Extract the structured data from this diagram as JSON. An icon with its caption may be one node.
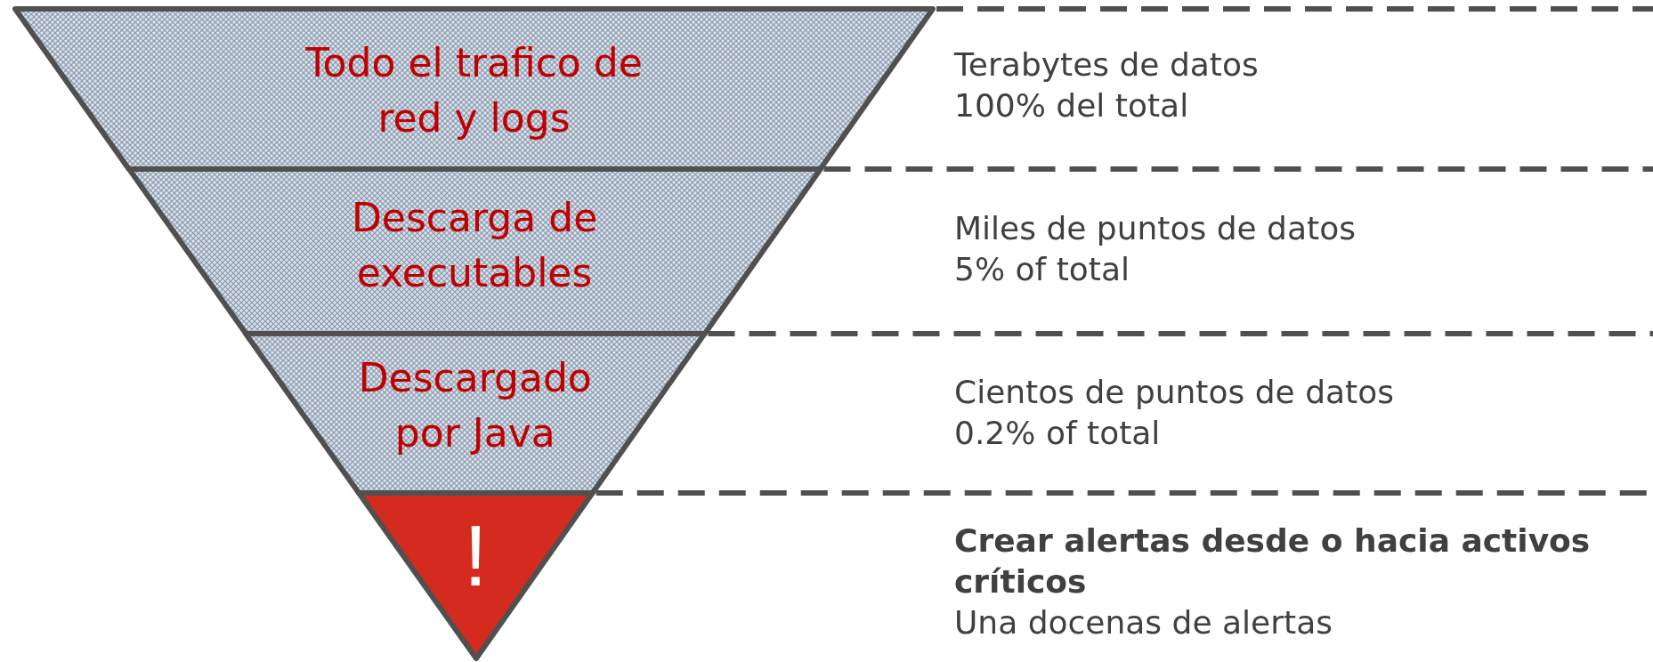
{
  "diagram": {
    "nodes": [
      {
        "text": [
          "Todo el trafico de red y logs"
        ],
        "beside": [
          "Terabytes de datos",
          "100% del total"
        ]
      },
      {
        "text": [
          "Descarga de executables"
        ],
        "beside": [
          "Miles de puntos de datos",
          "5% of total"
        ]
      },
      {
        "text": [
          "Descargado por Java"
        ],
        "beside": [
          "Cientos de puntos de datos",
          "0.2% of total"
        ]
      },
      {
        "text": [
          "!"
        ],
        "beside": [
          "Crear alertas desde o hacia activos críticos",
          "Una docenas de alertas"
        ]
      }
    ]
  }
}
